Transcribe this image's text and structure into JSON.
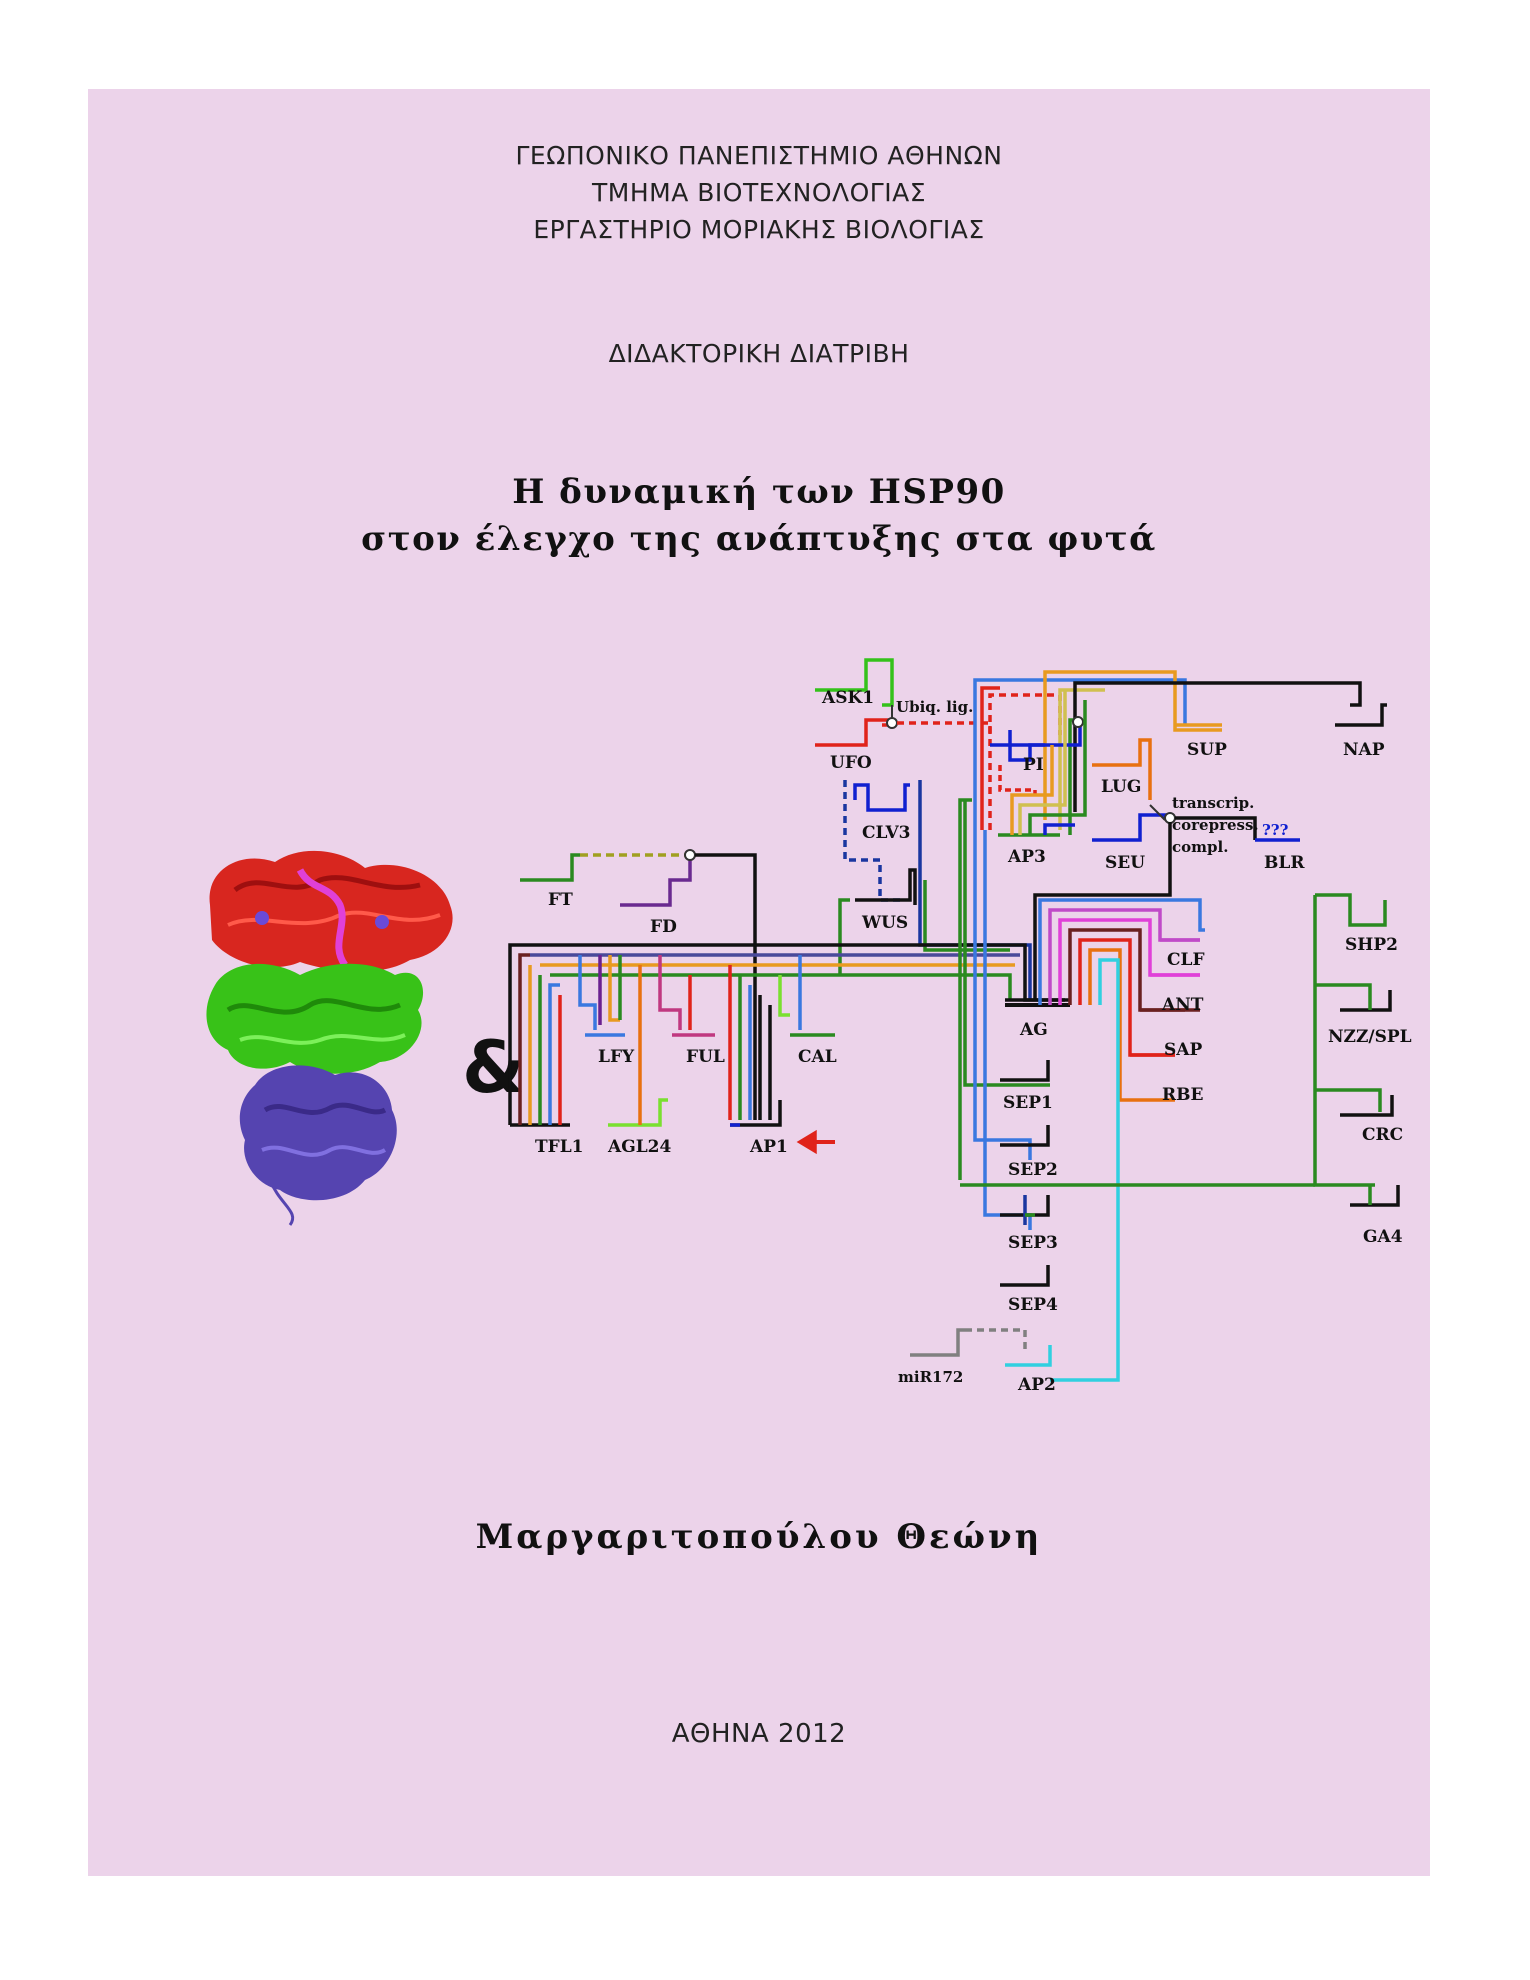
{
  "header": {
    "university": "ΓΕΩΠΟΝΙΚΟ ΠΑΝΕΠΙΣΤΗΜΙΟ ΑΘΗΝΩΝ",
    "department": "ΤΜΗΜΑ ΒΙΟΤΕΧΝΟΛΟΓΙΑΣ",
    "lab": "ΕΡΓΑΣΤΗΡΙΟ ΜΟΡΙΑΚΗΣ ΒΙΟΛΟΓΙΑΣ"
  },
  "thesis_type": "ΔΙΔΑΚΤΟΡΙΚΗ ΔΙΑΤΡΙΒΗ",
  "title": {
    "line1": "Η δυναμική των HSP90",
    "line2": "στον έλεγχο της ανάπτυξης στα φυτά"
  },
  "author": "Μαργαριτοπούλου Θεώνη",
  "place_year": "ΑΘΗΝΑ 2012",
  "ampersand": "&",
  "network": {
    "genes": [
      "ASK1",
      "UFO",
      "PI",
      "SUP",
      "NAP",
      "CLV3",
      "LUG",
      "AP3",
      "SEU",
      "BLR",
      "WUS",
      "FT",
      "FD",
      "SHP2",
      "CLF",
      "ANT",
      "AG",
      "NZZ/SPL",
      "SAP",
      "RBE",
      "LFY",
      "FUL",
      "CAL",
      "SEP1",
      "CRC",
      "TFL1",
      "AGL24",
      "AP1",
      "SEP2",
      "GA4",
      "SEP3",
      "SEP4",
      "miR172",
      "AP2"
    ],
    "annotations": {
      "ubiq": "Ubiq. lig.",
      "transcrip": "transcrip.",
      "corepress": "corepress.",
      "compl": "compl.",
      "unknown": "???"
    }
  }
}
